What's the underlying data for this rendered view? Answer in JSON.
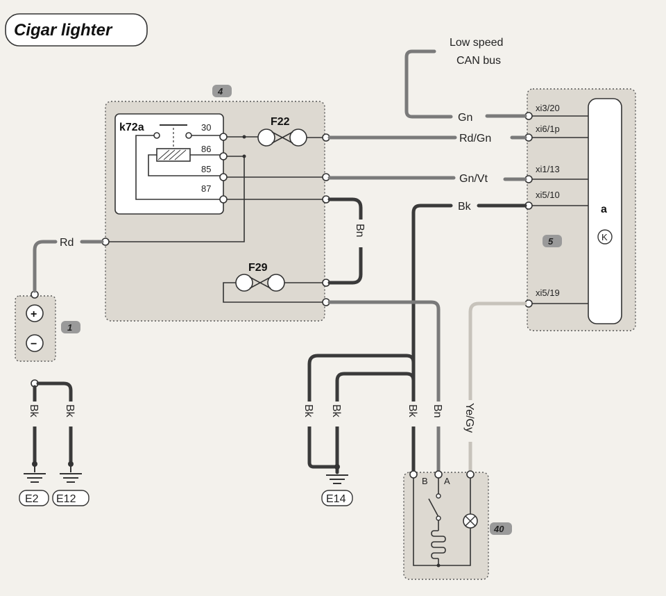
{
  "title": "Cigar lighter",
  "can_bus": {
    "line1": "Low speed",
    "line2": "CAN bus"
  },
  "components": {
    "battery": {
      "id": "1",
      "plus": "+",
      "minus": "−"
    },
    "fuse_box": {
      "id": "4",
      "relay": "k72a",
      "relay_pins": [
        "30",
        "86",
        "85",
        "87"
      ],
      "fuses": [
        "F22",
        "F29"
      ]
    },
    "module": {
      "id": "5",
      "label": "a",
      "symbol": "K"
    },
    "lighter": {
      "id": "40",
      "pin_b": "B",
      "pin_a": "A"
    }
  },
  "wires": {
    "rd": "Rd",
    "bn_loop": "Bn",
    "gn": "Gn",
    "rd_gn": "Rd/Gn",
    "gn_vt": "Gn/Vt",
    "bk_top": "Bk",
    "bk_bat1": "Bk",
    "bk_bat2": "Bk",
    "bk_e14_1": "Bk",
    "bk_e14_2": "Bk",
    "bk_lighter": "Bk",
    "bn_lighter": "Bn",
    "ye_gy": "Ye/Gy"
  },
  "connectors": [
    "xi3/20",
    "xi6/1p",
    "xi1/13",
    "xi5/10",
    "xi5/19"
  ],
  "grounds": [
    "E2",
    "E12",
    "E14"
  ]
}
